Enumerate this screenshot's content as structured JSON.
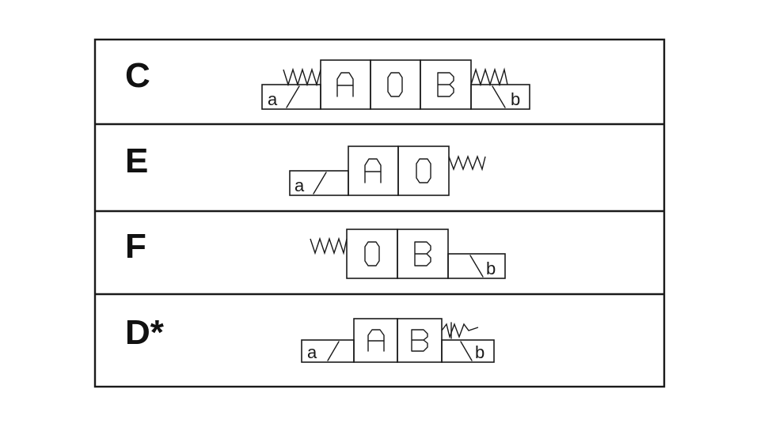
{
  "rows": [
    {
      "label": "C",
      "positions": [
        "A",
        "0",
        "B"
      ],
      "solenoid_a": "a",
      "solenoid_b": "b"
    },
    {
      "label": "E",
      "positions": [
        "A",
        "0"
      ],
      "solenoid_a": "a"
    },
    {
      "label": "F",
      "positions": [
        "0",
        "B"
      ],
      "solenoid_b": "b"
    },
    {
      "label": "D*",
      "positions": [
        "A",
        "B"
      ],
      "solenoid_a": "a",
      "solenoid_b": "b"
    }
  ]
}
